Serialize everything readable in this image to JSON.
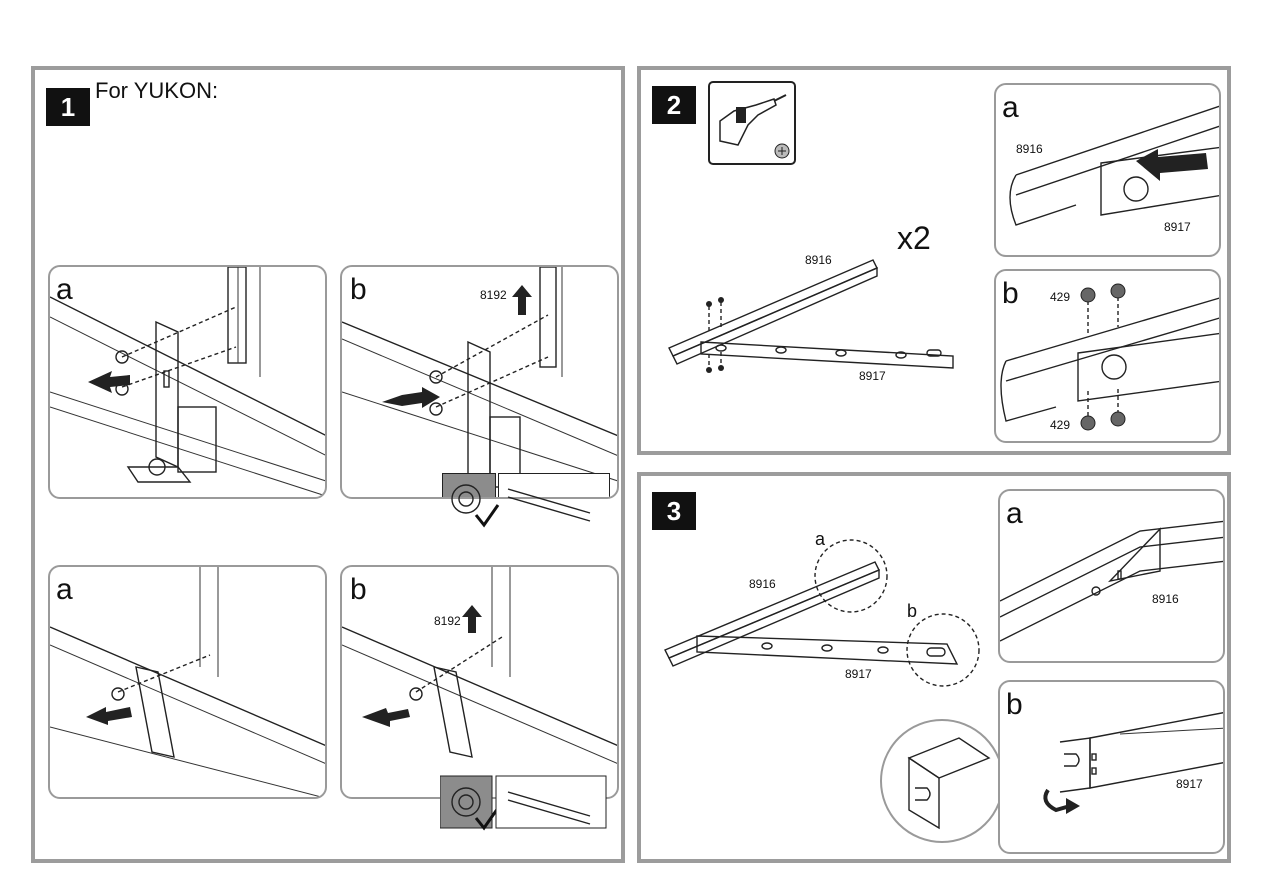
{
  "step1": {
    "number": "1",
    "title": "For YUKON:"
  },
  "step2": {
    "number": "2",
    "multiplier": "x2"
  },
  "step3": {
    "number": "3"
  },
  "sub_letters": {
    "a": "a",
    "b": "b"
  },
  "parts": {
    "p8192": "8192",
    "p8916": "8916",
    "p8917": "8917",
    "p429": "429"
  },
  "icons": [
    "drill-icon",
    "phillips-bit-icon",
    "arrow-icon",
    "check-mark-icon",
    "nut-icon",
    "wrench-icon",
    "rotate-arrow-icon"
  ],
  "colors": {
    "border": "#9c9c9c",
    "step_badge": "#111111",
    "ink": "#222222"
  }
}
